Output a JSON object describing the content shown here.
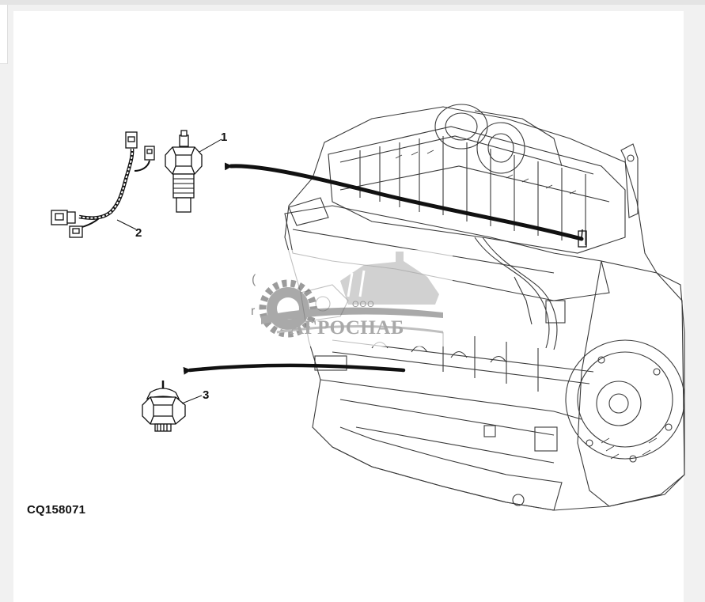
{
  "figure": {
    "id": "CQ158071",
    "callouts": [
      "1",
      "2",
      "3"
    ]
  },
  "watermark": {
    "line1": "ООО",
    "line2": "АГРОСНАБ"
  },
  "colors": {
    "ink": "#111111",
    "watermark": "#a9a9a9",
    "sheet": "#ffffff",
    "backdrop": "#f1f1f1"
  }
}
